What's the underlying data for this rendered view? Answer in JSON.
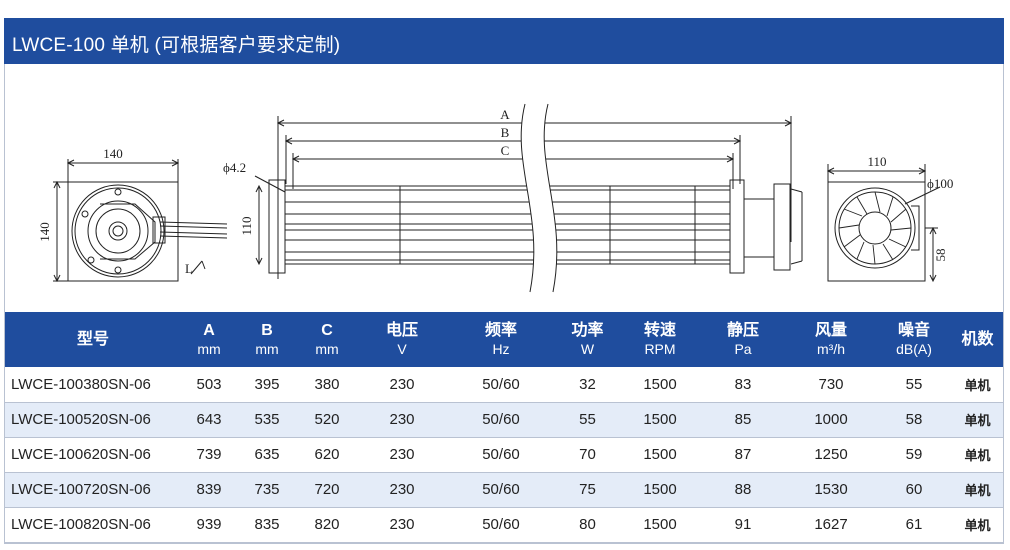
{
  "title": "LWCE-100 单机 (可根据客户要求定制)",
  "drawing": {
    "front_view": {
      "width_label": "140",
      "height_label": "140",
      "mark_l": "L"
    },
    "side_view": {
      "label_a": "A",
      "label_b": "B",
      "label_c": "C",
      "hole_label": "ϕ4.2",
      "height_label": "110"
    },
    "end_view": {
      "width_label": "110",
      "dia_label": "ϕ100",
      "offset_label": "58"
    }
  },
  "table": {
    "headers": [
      {
        "label": "型号",
        "unit": ""
      },
      {
        "label": "A",
        "unit": "mm"
      },
      {
        "label": "B",
        "unit": "mm"
      },
      {
        "label": "C",
        "unit": "mm"
      },
      {
        "label": "电压",
        "unit": "V"
      },
      {
        "label": "频率",
        "unit": "Hz"
      },
      {
        "label": "功率",
        "unit": "W"
      },
      {
        "label": "转速",
        "unit": "RPM"
      },
      {
        "label": "静压",
        "unit": "Pa"
      },
      {
        "label": "风量",
        "unit": "m³/h"
      },
      {
        "label": "噪音",
        "unit": "dB(A)"
      },
      {
        "label": "机数",
        "unit": ""
      }
    ],
    "rows": [
      [
        "LWCE-100380SN-06",
        "503",
        "395",
        "380",
        "230",
        "50/60",
        "32",
        "1500",
        "83",
        "730",
        "55",
        "单机"
      ],
      [
        "LWCE-100520SN-06",
        "643",
        "535",
        "520",
        "230",
        "50/60",
        "55",
        "1500",
        "85",
        "1000",
        "58",
        "单机"
      ],
      [
        "LWCE-100620SN-06",
        "739",
        "635",
        "620",
        "230",
        "50/60",
        "70",
        "1500",
        "87",
        "1250",
        "59",
        "单机"
      ],
      [
        "LWCE-100720SN-06",
        "839",
        "735",
        "720",
        "230",
        "50/60",
        "75",
        "1500",
        "88",
        "1530",
        "60",
        "单机"
      ],
      [
        "LWCE-100820SN-06",
        "939",
        "835",
        "820",
        "230",
        "50/60",
        "80",
        "1500",
        "91",
        "1627",
        "61",
        "单机"
      ]
    ]
  },
  "colors": {
    "header_blue": "#1f4d9e",
    "row_alt": "#e4ecf8",
    "border": "#b9c2d2"
  }
}
